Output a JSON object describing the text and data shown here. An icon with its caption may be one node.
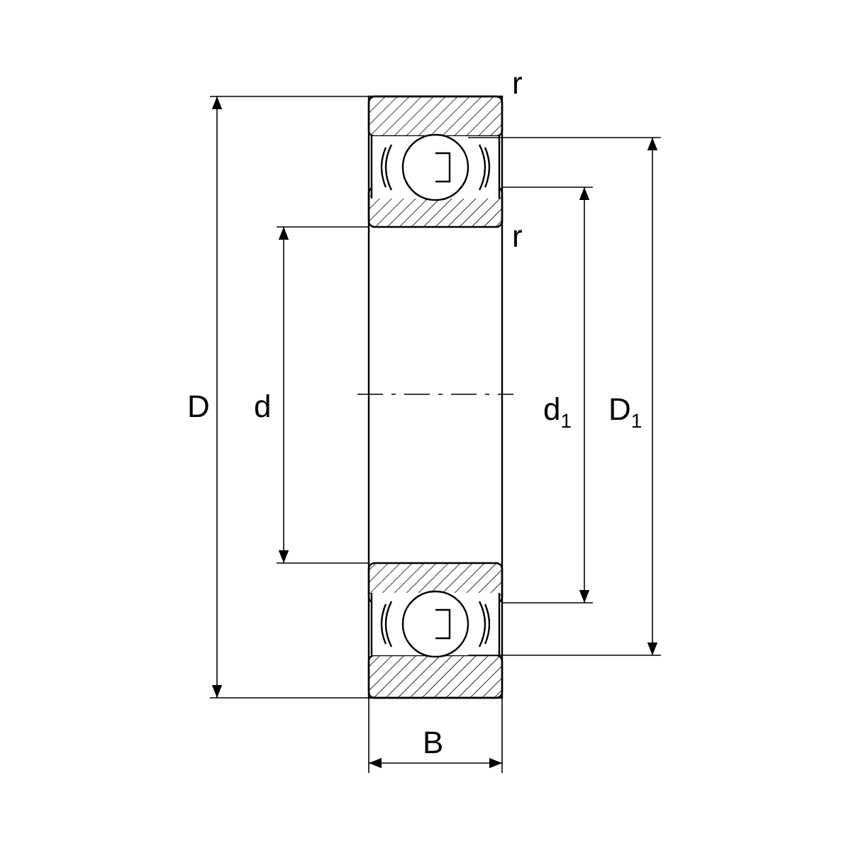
{
  "diagram": {
    "labels": [
      "r",
      "r",
      "D",
      "d",
      "d$_{1}$",
      "D$_{1}$",
      "B"
    ]
  }
}
